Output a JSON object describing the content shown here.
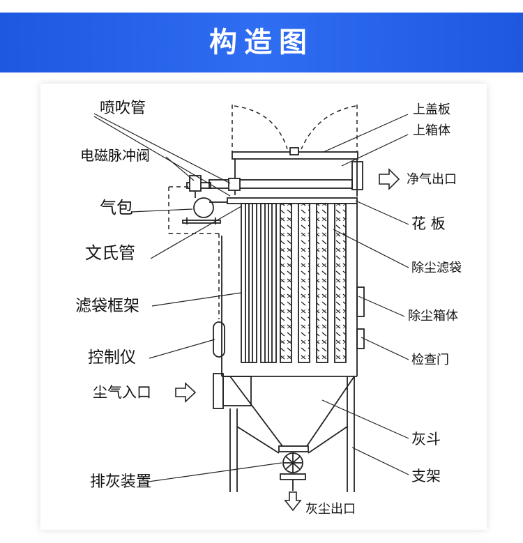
{
  "header": {
    "title": "构造图"
  },
  "labels": {
    "spray_pipe": "喷吹管",
    "solenoid_valve": "电磁脉冲阀",
    "air_bag": "气包",
    "venturi": "文氏管",
    "bag_cage": "滤袋框架",
    "controller": "控制仪",
    "dust_inlet": "尘气入口",
    "discharge_device": "排灰装置",
    "top_cover": "上盖板",
    "upper_box": "上箱体",
    "clean_outlet": "净气出口",
    "tube_sheet": "花 板",
    "filter_bag": "除尘滤袋",
    "dust_box": "除尘箱体",
    "inspection_door": "检查门",
    "ash_hopper": "灰斗",
    "support": "支架",
    "dust_outlet": "灰尘出口"
  }
}
